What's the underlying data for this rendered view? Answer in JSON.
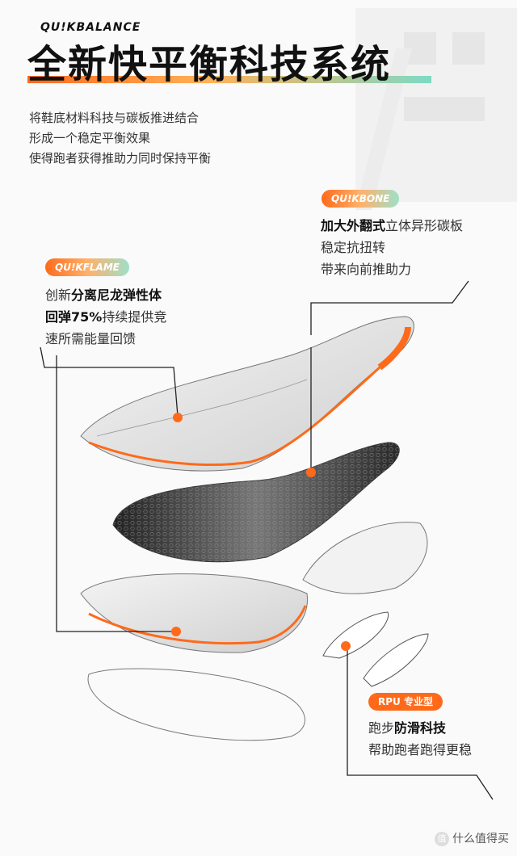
{
  "brand": "QU!KBALANCE",
  "headline": "全新快平衡科技系统",
  "intro": [
    "将鞋底材料科技与碳板推进结合",
    "形成一个稳定平衡效果",
    "使得跑者获得推助力同时保持平衡"
  ],
  "quikbone": {
    "tag": "QU!KBONE",
    "line1_bold": "加大外翻式",
    "line1_rest": "立体异形碳板",
    "line2": "稳定抗扭转",
    "line3": "带来向前推助力"
  },
  "quikflame": {
    "tag": "QU!KFLAME",
    "line1_pre": "创新",
    "line1_bold": "分离尼龙弹性体",
    "line2_bold": "回弹75%",
    "line2_rest": "持续提供竞",
    "line3": "速所需能量回馈"
  },
  "rpu": {
    "tag": "RPU 专业型",
    "line1_pre": "跑步",
    "line1_bold": "防滑科技",
    "line2": "帮助跑者跑得更稳"
  },
  "watermark": "什么值得买",
  "colors": {
    "accent": "#ff6a1a",
    "mint": "#9fe0c8"
  }
}
